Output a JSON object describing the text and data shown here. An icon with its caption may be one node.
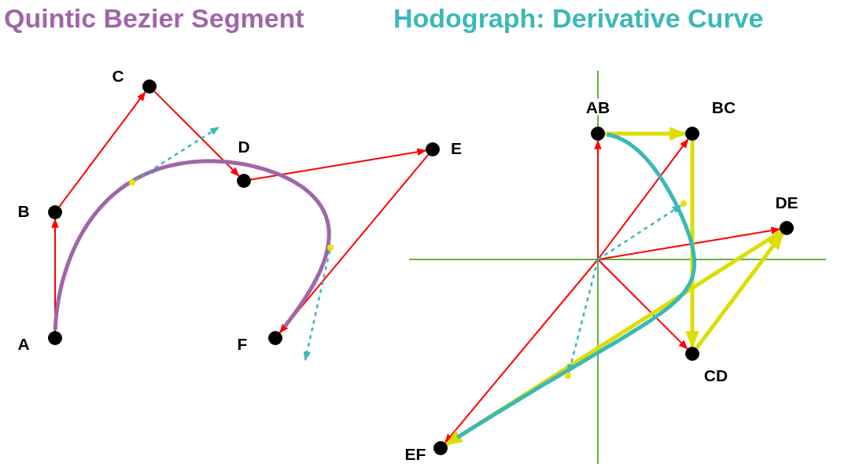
{
  "diagram": {
    "nodes": [
      {
        "text": [],
        "shape": "circle",
        "beside": [
          "A"
        ]
      },
      {
        "text": [],
        "shape": "circle",
        "beside": [
          "B"
        ]
      },
      {
        "text": [],
        "shape": "circle",
        "beside": [
          "C"
        ]
      },
      {
        "text": [],
        "shape": "circle",
        "beside": [
          "D"
        ]
      },
      {
        "text": [],
        "shape": "circle",
        "beside": [
          "E"
        ]
      },
      {
        "text": [],
        "shape": "circle",
        "beside": [
          "F"
        ]
      },
      {
        "text": [],
        "shape": "circle"
      },
      {
        "text": [],
        "shape": "circle"
      },
      {
        "text": [],
        "shape": "circle",
        "beside": [
          "AB"
        ]
      },
      {
        "text": [],
        "shape": "circle",
        "beside": [
          "BC"
        ]
      },
      {
        "text": [],
        "shape": "circle",
        "beside": [
          "CD"
        ]
      },
      {
        "text": [],
        "shape": "circle",
        "beside": [
          "DE"
        ]
      },
      {
        "text": [],
        "shape": "circle",
        "beside": [
          "EF"
        ]
      },
      {
        "text": [],
        "shape": "circle"
      },
      {
        "text": [],
        "shape": "circle"
      }
    ],
    "edges": [
      {
        "from": 0,
        "to": 1,
        "arrow": "to"
      },
      {
        "from": 1,
        "to": 2,
        "arrow": "to"
      },
      {
        "from": 2,
        "to": 3,
        "arrow": "to"
      },
      {
        "from": 3,
        "to": 4,
        "arrow": "to"
      },
      {
        "from": 4,
        "to": 5,
        "arrow": "to"
      },
      {
        "from": 0,
        "to": 5,
        "arrow": "none",
        "style": "thick",
        "color": "#a066a8"
      },
      {
        "from": 6,
        "to": null,
        "arrow": "to",
        "style": "dashed",
        "color": "#3cb8b8"
      },
      {
        "from": 7,
        "to": null,
        "arrow": "to",
        "style": "dashed",
        "color": "#3cb8b8"
      },
      {
        "from": null,
        "to": 8,
        "arrow": "to"
      },
      {
        "from": null,
        "to": 9,
        "arrow": "to"
      },
      {
        "from": null,
        "to": 10,
        "arrow": "to"
      },
      {
        "from": null,
        "to": 11,
        "arrow": "to"
      },
      {
        "from": null,
        "to": 12,
        "arrow": "to"
      },
      {
        "from": 8,
        "to": 9,
        "arrow": "to",
        "style": "thick",
        "color": "#dddd00"
      },
      {
        "from": 9,
        "to": 10,
        "arrow": "to",
        "style": "thick",
        "color": "#dddd00"
      },
      {
        "from": 10,
        "to": 11,
        "arrow": "to",
        "style": "thick",
        "color": "#dddd00"
      },
      {
        "from": 11,
        "to": 12,
        "arrow": "to",
        "style": "thick",
        "color": "#dddd00"
      },
      {
        "from": 8,
        "to": 12,
        "arrow": "none",
        "style": "thick",
        "color": "#3cb8b8"
      },
      {
        "from": null,
        "to": 13,
        "arrow": "to",
        "style": "dashed",
        "color": "#3cb8b8"
      },
      {
        "from": null,
        "to": 14,
        "arrow": "to",
        "style": "dashed",
        "color": "#3cb8b8"
      }
    ],
    "labels": [
      "Quintic Bezier Segment",
      "Hodograph: Derivative Curve"
    ]
  }
}
